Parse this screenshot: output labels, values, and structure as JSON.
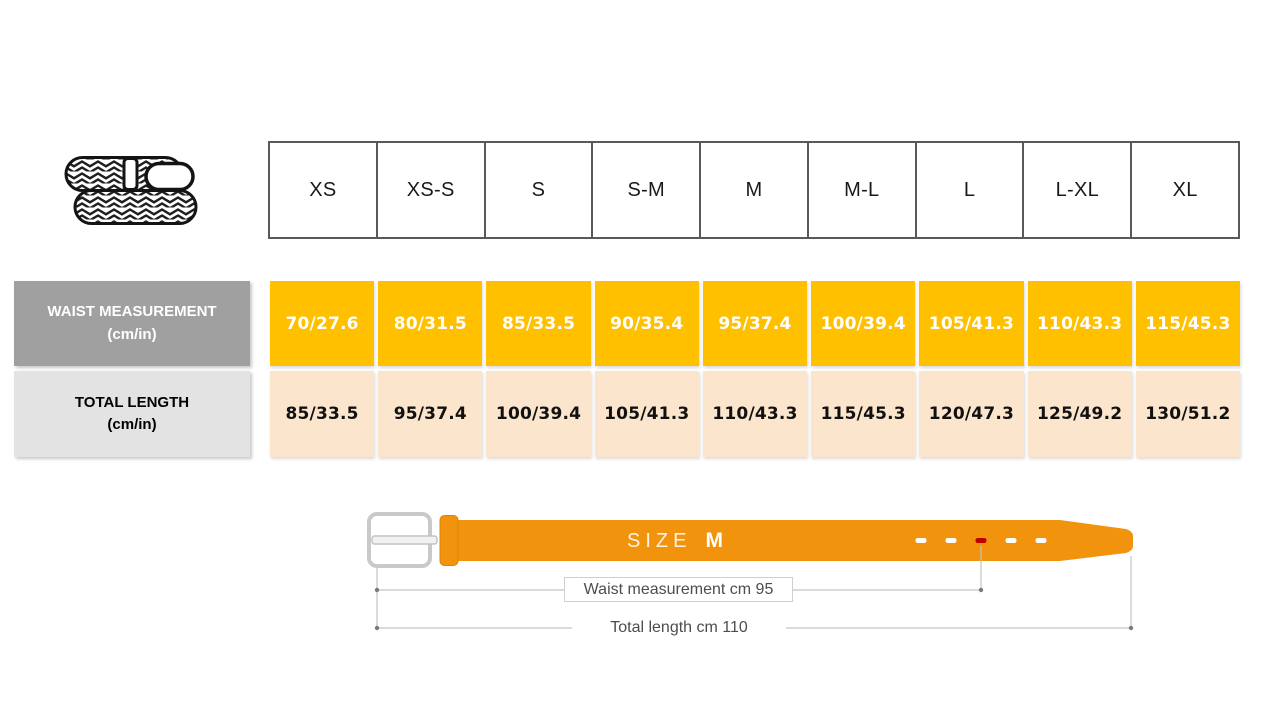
{
  "size_header": {
    "cells": [
      "XS",
      "XS-S",
      "S",
      "S-M",
      "M",
      "M-L",
      "L",
      "L-XL",
      "XL"
    ]
  },
  "measurements": {
    "waist": {
      "label": "WAIST MEASUREMENT",
      "unit": "(cm/in)",
      "values": [
        "70/27.6",
        "80/31.5",
        "85/33.5",
        "90/35.4",
        "95/37.4",
        "100/39.4",
        "105/41.3",
        "110/43.3",
        "115/45.3"
      ]
    },
    "length": {
      "label": "TOTAL LENGTH",
      "unit": "(cm/in)",
      "values": [
        "85/33.5",
        "95/37.4",
        "100/39.4",
        "105/41.3",
        "110/43.3",
        "115/45.3",
        "120/47.3",
        "125/49.2",
        "130/51.2"
      ]
    }
  },
  "belt_diagram": {
    "size_label": "SIZE",
    "size_value": "M",
    "waist_annotation": "Waist measurement cm 95",
    "length_annotation": "Total length cm 110"
  },
  "icons": {
    "belt_illustration": "braided-belt-icon"
  },
  "colors": {
    "waist_row_bg": "#FFC000",
    "length_row_bg": "#FCE5CD",
    "waist_label_bg": "#A0A0A0",
    "length_label_bg": "#E3E3E3",
    "table_border": "#595959",
    "belt_orange": "#F2930E",
    "highlight_hole_red": "#C00000",
    "buckle_silver": "#C9C9C9",
    "annotation_gray": "#4D4D4D"
  },
  "chart_data": {
    "type": "table",
    "columns": [
      "XS",
      "XS-S",
      "S",
      "S-M",
      "M",
      "M-L",
      "L",
      "L-XL",
      "XL"
    ],
    "rows": [
      {
        "label": "WAIST MEASUREMENT (cm/in)",
        "values": [
          "70/27.6",
          "80/31.5",
          "85/33.5",
          "90/35.4",
          "95/37.4",
          "100/39.4",
          "105/41.3",
          "110/43.3",
          "115/45.3"
        ]
      },
      {
        "label": "TOTAL LENGTH (cm/in)",
        "values": [
          "85/33.5",
          "95/37.4",
          "100/39.4",
          "105/41.3",
          "110/43.3",
          "115/45.3",
          "120/47.3",
          "125/49.2",
          "130/51.2"
        ]
      }
    ],
    "title": "Belt size chart",
    "notes": [
      "Example belt shown: SIZE M, waist measurement 95 cm at highlighted hole, total length 110 cm"
    ]
  }
}
